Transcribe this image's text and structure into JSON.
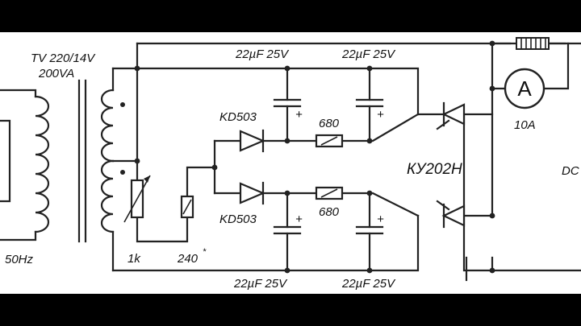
{
  "transformer": {
    "label_line1": "TV 220/14V",
    "label_line2": "200VA",
    "freq": "50Hz"
  },
  "caps": {
    "top_left": "22µF 25V",
    "top_right": "22µF 25V",
    "bottom_left": "22µF 25V",
    "bottom_right": "22µF 25V",
    "plus": "+"
  },
  "diodes": {
    "upper": "KD503",
    "lower": "KD503"
  },
  "resistors": {
    "upper": "680",
    "lower": "680",
    "pot": "1k",
    "fixed": "240",
    "fixed_mark": "*"
  },
  "thyristor": "КУ202Н",
  "ammeter": {
    "symbol": "A",
    "rating": "10A"
  },
  "output": "DC"
}
